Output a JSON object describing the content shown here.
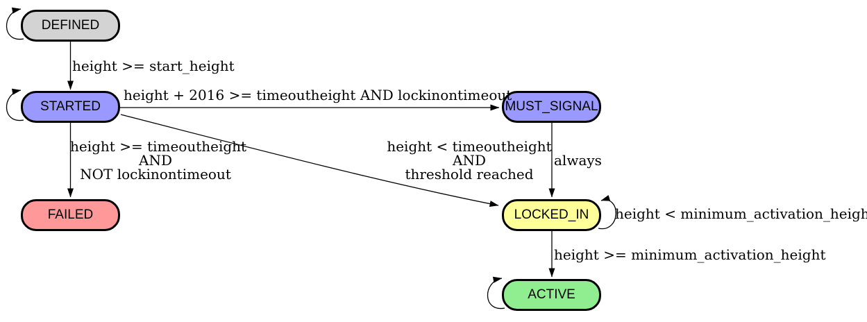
{
  "colors": {
    "background": "#ffffff",
    "edge_stroke": "#000000",
    "node_border": "#000000",
    "label_text": "#000000"
  },
  "nodes": {
    "defined": {
      "label": "DEFINED",
      "fill": "#d3d3d3"
    },
    "started": {
      "label": "STARTED",
      "fill": "#9999ff"
    },
    "must_signal": {
      "label": "MUST_SIGNAL",
      "fill": "#9999ff"
    },
    "failed": {
      "label": "FAILED",
      "fill": "#ff9999"
    },
    "locked_in": {
      "label": "LOCKED_IN",
      "fill": "#ffff99"
    },
    "active": {
      "label": "ACTIVE",
      "fill": "#90ee90"
    }
  },
  "edges": {
    "defined_to_started": {
      "label": "height >= start_height"
    },
    "started_to_must_signal": {
      "label": "height + 2016 >= timeoutheight AND lockinontimeout"
    },
    "started_to_failed": {
      "lines": [
        "height >= timeoutheight",
        "AND",
        "NOT lockinontimeout"
      ]
    },
    "started_to_locked_in": {
      "lines": [
        "height < timeoutheight",
        "AND",
        "threshold reached"
      ]
    },
    "must_signal_to_locked_in": {
      "label": "always"
    },
    "locked_in_self": {
      "label": "height < minimum_activation_height"
    },
    "locked_in_to_active": {
      "label": "height >= minimum_activation_height"
    }
  }
}
